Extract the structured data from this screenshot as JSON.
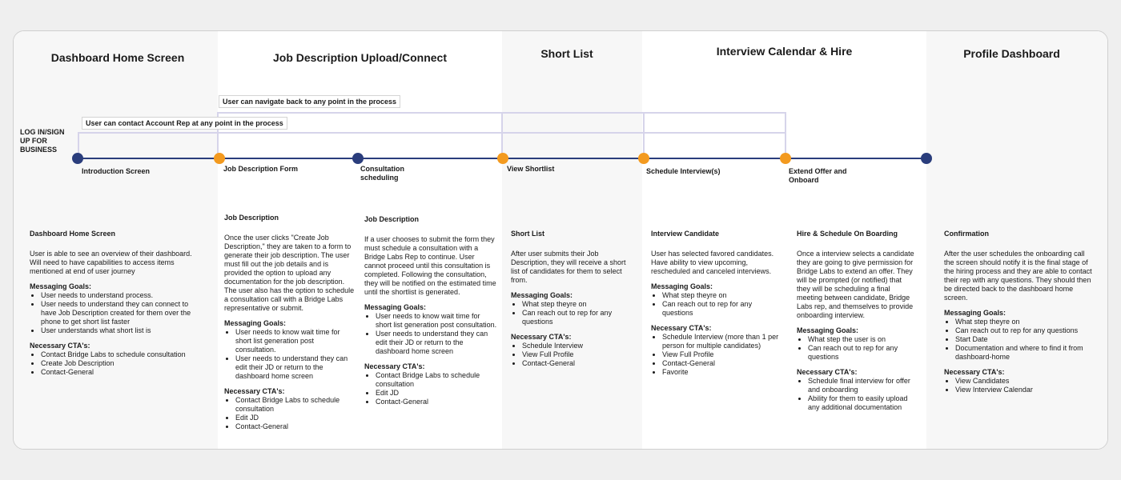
{
  "headers": [
    "Dashboard Home Screen",
    "Job Description Upload/Connect",
    "Short List",
    "Interview Calendar & Hire",
    "Profile Dashboard"
  ],
  "nav_notes": {
    "back": "User can navigate back to any point in the process",
    "contact": "User can contact Account Rep at any point in the process"
  },
  "login": "LOG IN/SIGN UP FOR BUSINESS",
  "steps": [
    "Introduction Screen",
    "Job Description Form",
    "Consultation scheduling",
    "View Shortlist",
    "Schedule Interview(s)",
    "Extend Offer and Onboard"
  ],
  "colors": {
    "timeline": "#2a3d7c",
    "accent": "#f39a1f",
    "bracket": "#d6d4ea"
  },
  "sections": [
    {
      "title": "Dashboard Home Screen",
      "body": "User is able to see an overview of their dashboard. Will need to have capabilities to access items mentioned at end of user journey",
      "goals_label": "Messaging Goals:",
      "goals": [
        "User needs to understand process.",
        "User needs to understand they can connect to have Job Description created for them over the phone to get short list faster",
        "User understands what short list is"
      ],
      "cta_label": "Necessary CTA's:",
      "ctas": [
        "Contact Bridge Labs to schedule consultation",
        "Create Job Description",
        "Contact-General"
      ]
    },
    {
      "title": "Job Description",
      "body": "Once the user clicks \"Create Job Description,\" they are taken to a form to generate their job description. The user must fill out the job details and is provided the option to upload any documentation for the job description. The user also has the option to schedule a consultation call with a Bridge Labs representative or submit.",
      "goals_label": "Messaging Goals:",
      "goals": [
        "User needs to know wait time for short list generation post consultation.",
        "User needs to understand they can edit their JD or return to the dashboard home screen"
      ],
      "cta_label": "Necessary CTA's:",
      "ctas": [
        "Contact Bridge Labs to schedule consultation",
        "Edit JD",
        "Contact-General"
      ]
    },
    {
      "title": "Job Description",
      "body": "If a user chooses to submit the form they must schedule a consultation with a Bridge Labs Rep to continue. User cannot proceed until this consultation is completed. Following the consultation, they will be notified on the estimated time until the shortlist is generated.",
      "goals_label": "Messaging Goals:",
      "goals": [
        "User needs to know wait time for short list generation post consultation.",
        "User needs to understand they can edit their JD or return to the dashboard home screen"
      ],
      "cta_label": "Necessary CTA's:",
      "ctas": [
        "Contact Bridge Labs to schedule consultation",
        "Edit JD",
        "Contact-General"
      ]
    },
    {
      "title": "Short List",
      "body": "After user submits their Job Description, they will receive a short list of candidates for them to select from.",
      "goals_label": "Messaging Goals:",
      "goals": [
        "What step theyre on",
        "Can reach out to rep for any questions"
      ],
      "cta_label": "Necessary CTA's:",
      "ctas": [
        "Schedule Interview",
        "View Full Profile",
        "Contact-General"
      ]
    },
    {
      "title": "Interview Candidate",
      "body": "User has selected favored candidates. Have ability to view upcoming, rescheduled and canceled interviews.",
      "goals_label": "Messaging Goals:",
      "goals": [
        "What step theyre on",
        "Can reach out to rep for any questions"
      ],
      "cta_label": "Necessary CTA's:",
      "ctas": [
        "Schedule Interview (more than 1 per person for multiple candidates)",
        "View Full Profile",
        "Contact-General",
        "Favorite"
      ]
    },
    {
      "title": "Hire & Schedule On Boarding",
      "body": "Once a interview selects a candidate they are going to give permission for Bridge Labs to extend an offer. They will be prompted (or notified) that they will be scheduling a final meeting between candidate, Bridge Labs rep, and themselves to provide onboarding interview.",
      "goals_label": "Messaging Goals:",
      "goals": [
        "What step the user is on",
        "Can reach out to rep for any questions"
      ],
      "cta_label": "Necessary CTA's:",
      "ctas": [
        "Schedule final interview for offer and onboarding",
        "Ability for them to easily upload any additional documentation"
      ]
    },
    {
      "title": "Confirmation",
      "body": "After the user schedules the onboarding call the screen should notify it is the final stage of the hiring process and they are able to contact their rep with any questions. They should then be directed back to the dashboard home screen.",
      "goals_label": "Messaging Goals:",
      "goals": [
        "What step theyre on",
        "Can reach out to rep for any questions",
        "Start Date",
        "Documentation and where to find it from dashboard-home"
      ],
      "cta_label": "Necessary CTA's:",
      "ctas": [
        "View Candidates",
        "View Interview Calendar"
      ]
    }
  ]
}
